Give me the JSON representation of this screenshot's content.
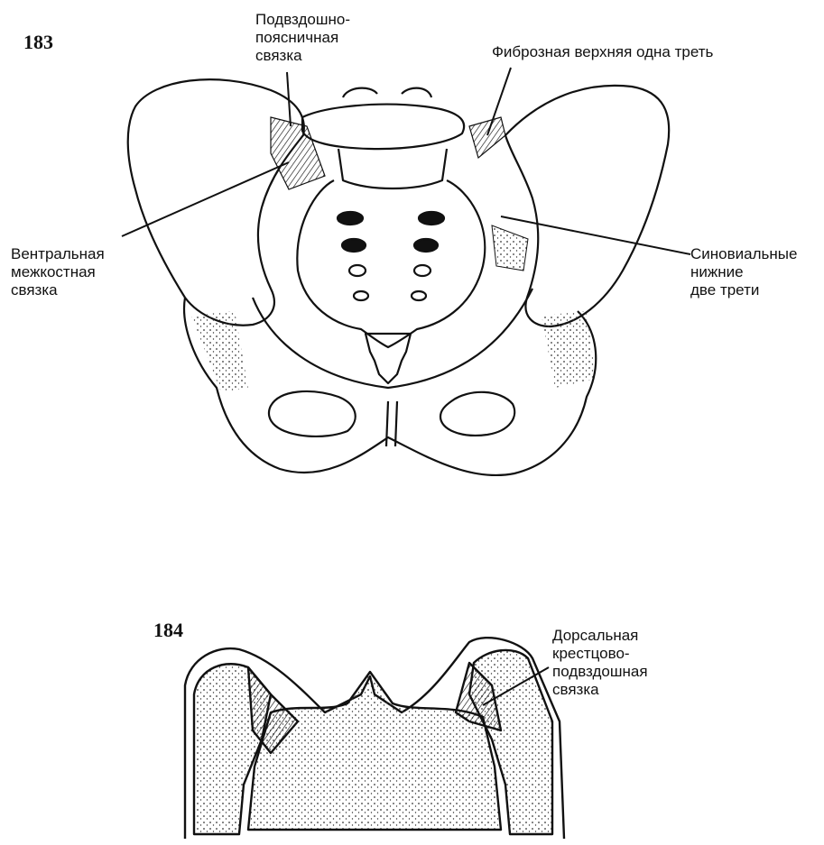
{
  "figures": [
    {
      "number": "183",
      "labels": {
        "iliolumbar": "Подвздошно-\nпоясничная\nсвязка",
        "fibrous_upper": "Фиброзная верхняя одна треть",
        "ventral": "Вентральная\nмежкостная\nсвязка",
        "synovial": "Синовиальные\nнижние\n  две  трети"
      }
    },
    {
      "number": "184",
      "labels": {
        "dorsal": "Дорсальная\nкрестцово-\nподвздошная\nсвязка"
      }
    }
  ],
  "colors": {
    "ink": "#111111",
    "paper": "#ffffff",
    "stipple": "#555555"
  }
}
